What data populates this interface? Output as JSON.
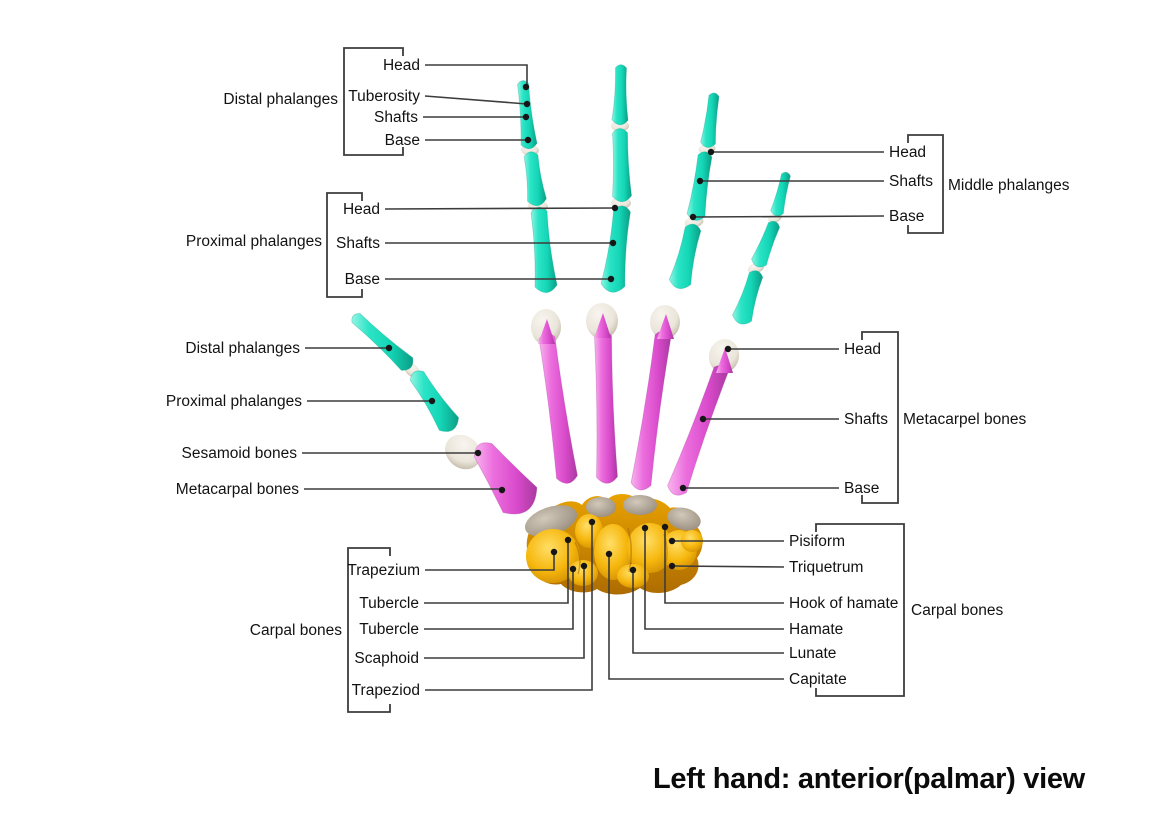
{
  "title": "Left hand: anterior(palmar) view",
  "colors": {
    "phalanx_teal": "#1FDCC0",
    "phalanx_teal_light": "#8FF3E2",
    "phalanx_teal_dark": "#0B9E86",
    "metacarpal_magenta": "#DF5AD2",
    "metacarpal_magenta_light": "#F8B4EE",
    "metacarpal_magenta_dark": "#A93AA0",
    "carpal_orange": "#F2AC00",
    "carpal_orange_light": "#FFDE66",
    "carpal_orange_dark": "#C07C00",
    "bone_white": "#EDE8DE",
    "cap_gray": "#A69B89",
    "leader_line": "#3C3C3C",
    "label_text": "#121212"
  },
  "annotations": {
    "distal_phalanges": {
      "group_label": "Distal phalanges",
      "items": [
        "Head",
        "Tuberosity",
        "Shafts",
        "Base"
      ]
    },
    "proximal_phalanges": {
      "group_label": "Proximal phalanges",
      "items": [
        "Head",
        "Shafts",
        "Base"
      ]
    },
    "thumb": {
      "items": [
        "Distal phalanges",
        "Proximal phalanges",
        "Sesamoid bones",
        "Metacarpal bones"
      ]
    },
    "carpal_left": {
      "group_label": "Carpal bones",
      "items": [
        "Trapezium",
        "Tubercle",
        "Tubercle",
        "Scaphoid",
        "Trapeziod"
      ]
    },
    "middle_phalanges": {
      "group_label": "Middle phalanges",
      "items": [
        "Head",
        "Shafts",
        "Base"
      ]
    },
    "metacarpel": {
      "group_label": "Metacarpel bones",
      "items": [
        "Head",
        "Shafts",
        "Base"
      ]
    },
    "carpal_right": {
      "group_label": "Carpal bones",
      "items": [
        "Pisiform",
        "Triquetrum",
        "Hook of hamate",
        "Hamate",
        "Lunate",
        "Capitate"
      ]
    }
  }
}
